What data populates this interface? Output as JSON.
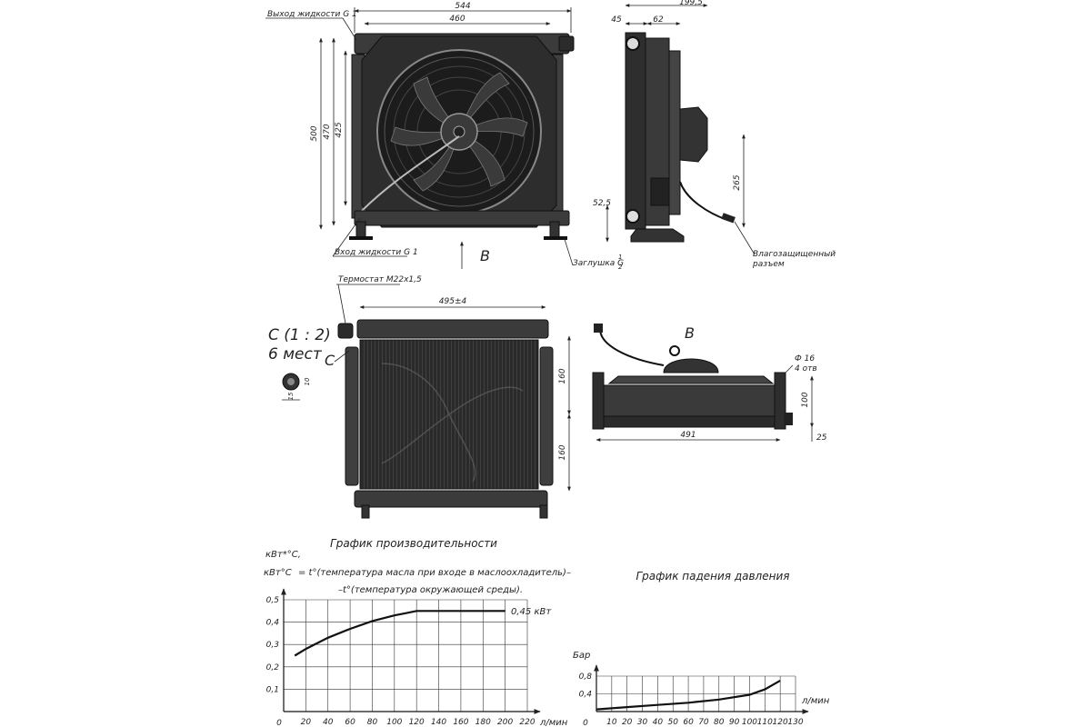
{
  "drawing": {
    "front": {
      "dim_width": "544",
      "dim_inner_width": "460",
      "dim_height": "500",
      "dim_mount_height": "470",
      "dim_fan_height": "425",
      "label_outlet": "Выход жидкости G 1",
      "label_inlet": "Вход жидкости G 1",
      "label_plug": "Заглушка G",
      "label_plug_num": "1",
      "label_plug_den": "2",
      "view_arrow": "B"
    },
    "side": {
      "dim_depth": "199,5",
      "dim_a": "45",
      "dim_b": "62",
      "dim_foot": "52,5",
      "dim_conn_height": "265",
      "label_connector_line1": "Влагозащищенный",
      "label_connector_line2": "разъем"
    },
    "back": {
      "label_thermostat": "Термостат M22x1,5",
      "dim_width": "495±4",
      "dim_upper": "160",
      "dim_lower": "160",
      "detail_line1": "C (1 : 2)",
      "detail_line2": "6 мест",
      "detail_marker": "C",
      "detail_dim_a": "15",
      "detail_dim_b": "10"
    },
    "bottom": {
      "view_label": "B",
      "dim_hole": "Ф 16",
      "dim_hole_count": "4 отв",
      "dim_height": "100",
      "dim_width": "491",
      "dim_foot": "25"
    }
  },
  "chart_data": [
    {
      "type": "line",
      "title": "График производительности",
      "ylabel": "кВт*°C,",
      "ylabel_prefix": "кВт°C",
      "ylabel_formula_line1": "= t°(температура масла при входе в маслоохладитель)–",
      "ylabel_formula_line2": "–t°(температура окружающей среды).",
      "xlabel": "л/мин",
      "x_ticks": [
        0,
        20,
        40,
        60,
        80,
        100,
        120,
        140,
        160,
        180,
        200,
        220
      ],
      "y_ticks": [
        0.1,
        0.2,
        0.3,
        0.4,
        0.5
      ],
      "y_tick_labels": [
        "0,1",
        "0,2",
        "0,3",
        "0,4",
        "0,5"
      ],
      "x_origin_label": "0",
      "xlim": [
        0,
        220
      ],
      "ylim": [
        0,
        0.5
      ],
      "grid": true,
      "x": [
        10,
        20,
        40,
        60,
        80,
        100,
        110,
        120,
        130,
        160,
        200
      ],
      "y": [
        0.25,
        0.28,
        0.33,
        0.37,
        0.405,
        0.43,
        0.44,
        0.45,
        0.45,
        0.45,
        0.45
      ],
      "annotation": "0,45 кВт"
    },
    {
      "type": "line",
      "title": "График падения давления",
      "ylabel": "Бар",
      "xlabel": "л/мин",
      "x_ticks": [
        10,
        20,
        30,
        40,
        50,
        60,
        70,
        80,
        90,
        100,
        110,
        120,
        130
      ],
      "y_ticks": [
        0.4,
        0.8
      ],
      "y_tick_labels": [
        "0,4",
        "0,8"
      ],
      "x_origin_label": "0",
      "xlim": [
        0,
        130
      ],
      "ylim": [
        0,
        0.8
      ],
      "grid": true,
      "x": [
        0,
        20,
        40,
        60,
        80,
        100,
        110,
        120
      ],
      "y": [
        0.05,
        0.1,
        0.15,
        0.2,
        0.27,
        0.38,
        0.5,
        0.7
      ]
    }
  ]
}
